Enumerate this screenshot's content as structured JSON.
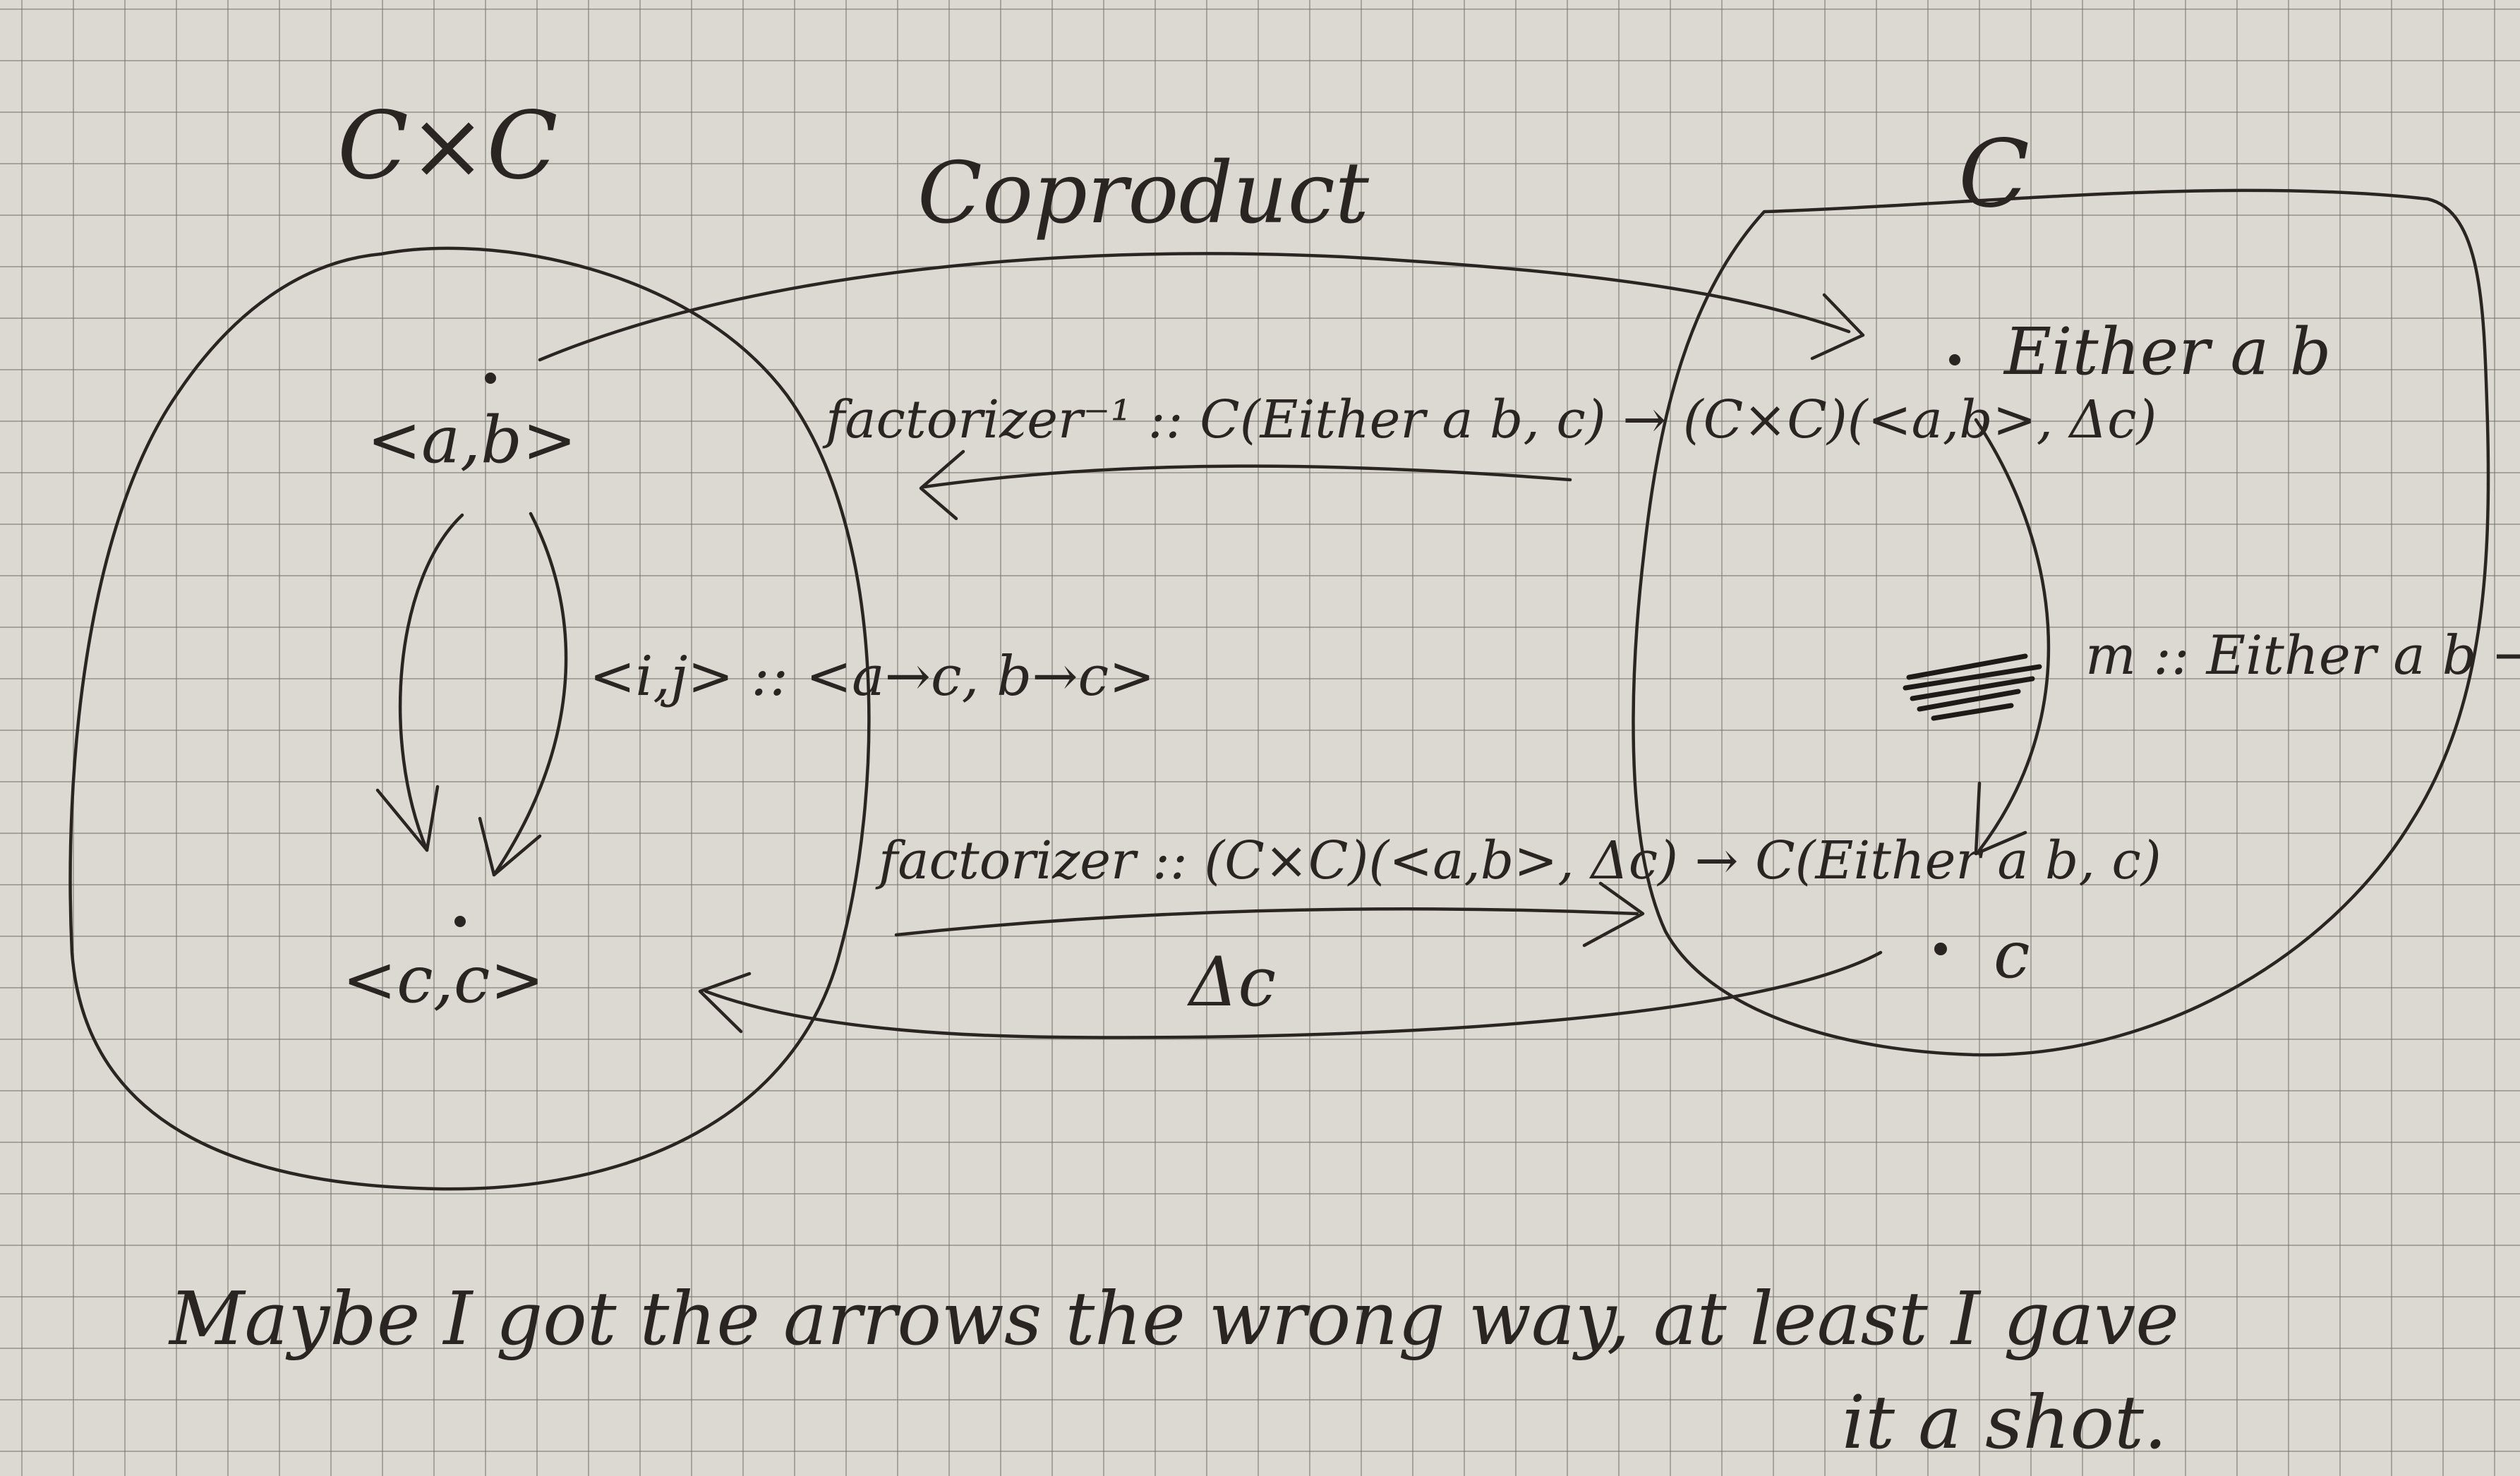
{
  "title": "Coproduct",
  "categories": {
    "product_category": "C×C",
    "target_category": "C"
  },
  "objects": {
    "pair_ab": "<a,b>",
    "pair_cc": "<c,c>",
    "either": "Either a b",
    "c": "c"
  },
  "morphisms": {
    "injections": "<i,j> :: <a→c, b→c>",
    "factorizer_inverse": "factorizer⁻¹ :: C(Either a b, c) → (C×C)(<a,b>, Δc)",
    "factorizer": "factorizer :: (C×C)(<a,b>, Δc) → C(Either a b, c)",
    "m": "m :: Either a b → c",
    "delta": "Δc"
  },
  "note": {
    "line1": "Maybe I got the arrows the wrong way, at least I gave",
    "line2": "it a shot."
  }
}
